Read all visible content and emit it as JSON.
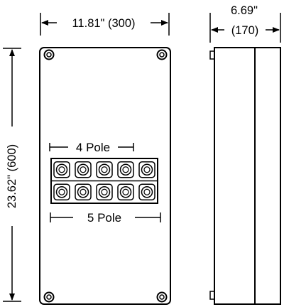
{
  "dimensions": {
    "width_label": "11.81\" (300)",
    "side_width_inch": "6.69\"",
    "side_width_mm": "(170)",
    "height_label": "23.62\" (600)"
  },
  "terminal_block": {
    "top_label": "4 Pole",
    "bottom_label": "5 Pole",
    "columns": 5,
    "rows": 2
  },
  "colors": {
    "line": "#000000",
    "background": "#ffffff"
  }
}
